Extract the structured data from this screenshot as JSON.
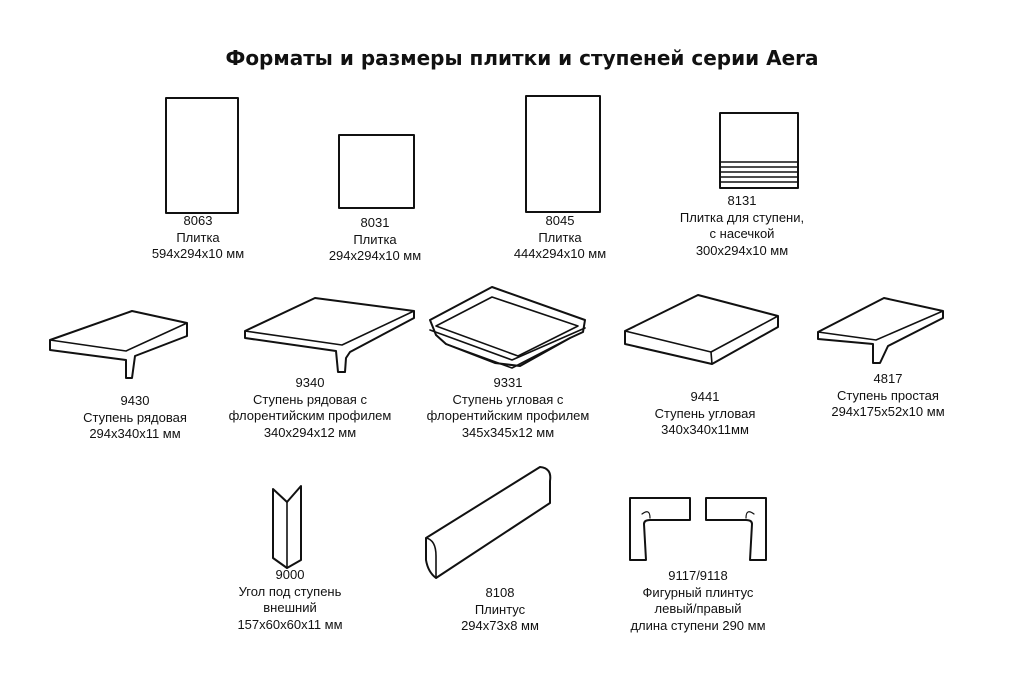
{
  "title": "Форматы и размеры плитки и ступеней серии Aera",
  "items": [
    {
      "code": "8063",
      "lines": [
        "Плитка",
        "594x294x10 мм"
      ],
      "icon": "tile-vertical-icon"
    },
    {
      "code": "8031",
      "lines": [
        "Плитка",
        "294x294x10 мм"
      ],
      "icon": "tile-square-icon"
    },
    {
      "code": "8045",
      "lines": [
        "Плитка",
        "444x294x10 мм"
      ],
      "icon": "tile-vertical-icon"
    },
    {
      "code": "8131",
      "lines": [
        "Плитка для ступени,",
        "с насечкой",
        "300x294x10 мм"
      ],
      "icon": "grooved-step-tile-icon"
    },
    {
      "code": "9430",
      "lines": [
        "Ступень рядовая",
        "294x340x11 мм"
      ],
      "icon": "step-regular-icon"
    },
    {
      "code": "9340",
      "lines": [
        "Ступень рядовая с",
        "флорентийским профилем",
        "340x294x12 мм"
      ],
      "icon": "step-florentine-icon"
    },
    {
      "code": "9331",
      "lines": [
        "Ступень угловая с",
        "флорентийским профилем",
        "345x345x12 мм"
      ],
      "icon": "step-corner-florentine-icon"
    },
    {
      "code": "9441",
      "lines": [
        "Ступень угловая",
        "340x340x11мм"
      ],
      "icon": "step-corner-icon"
    },
    {
      "code": "4817",
      "lines": [
        "Ступень простая",
        "294x175x52x10 мм"
      ],
      "icon": "step-simple-icon"
    },
    {
      "code": "9000",
      "lines": [
        "Угол под ступень",
        "внешний",
        "157x60x60x11 мм"
      ],
      "icon": "outer-corner-icon"
    },
    {
      "code": "8108",
      "lines": [
        "Плинтус",
        "294x73x8 мм"
      ],
      "icon": "skirting-icon"
    },
    {
      "code": "9117/9118",
      "lines": [
        "Фигурный плинтус",
        "левый/правый",
        "длина ступени 290 мм"
      ],
      "icon": "shaped-skirting-icon"
    }
  ]
}
